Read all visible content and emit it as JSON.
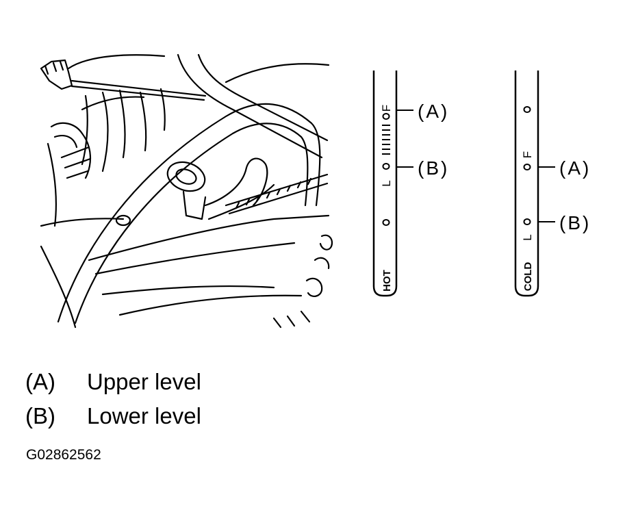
{
  "callouts": {
    "a": "(A)",
    "b": "(B)"
  },
  "dipstick_hot": {
    "end_label": "HOT",
    "upper_mark": "F",
    "lower_mark": "L"
  },
  "dipstick_cold": {
    "end_label": "COLD",
    "upper_mark": "F",
    "lower_mark": "L"
  },
  "legend": [
    {
      "key": "(A)",
      "text": "Upper level"
    },
    {
      "key": "(B)",
      "text": "Lower level"
    }
  ],
  "figure_id": "G02862562"
}
